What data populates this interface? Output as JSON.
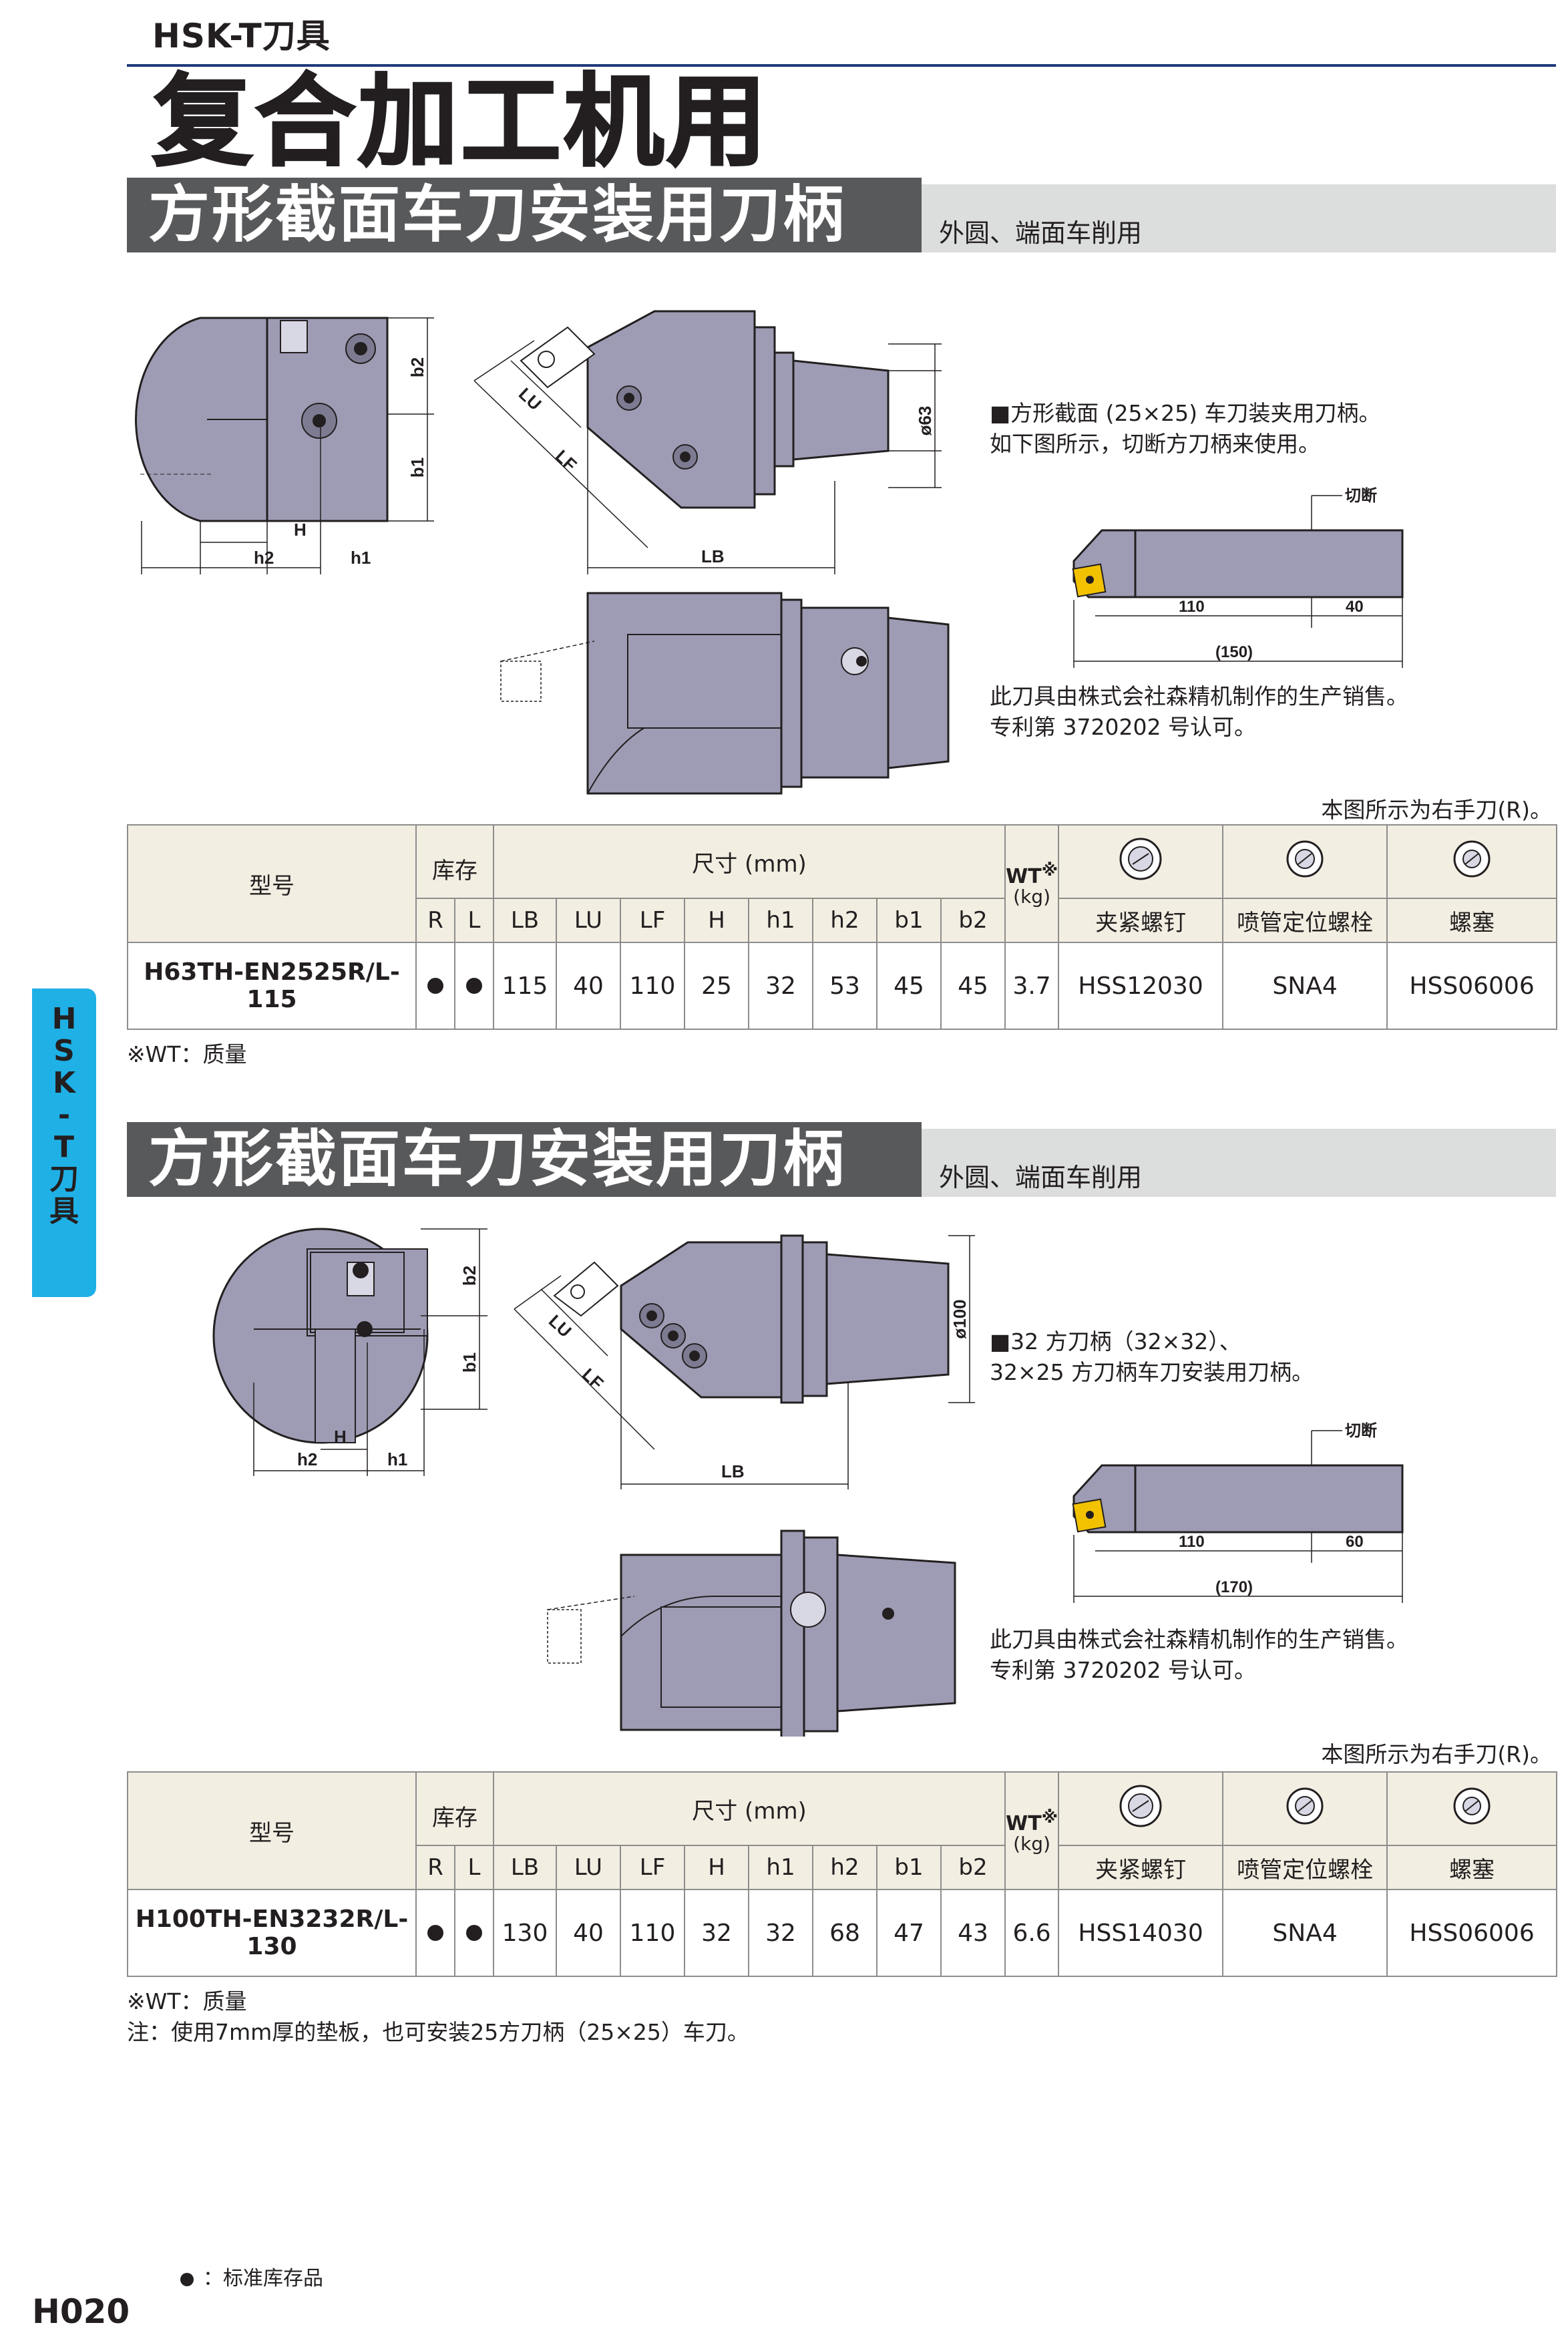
{
  "header": {
    "series": "HSK-T刀具",
    "title": "复合加工机用"
  },
  "side_tab": {
    "label": [
      "H",
      "S",
      "K",
      "-",
      "T",
      "刀",
      "具"
    ]
  },
  "sections": [
    {
      "title": "方形截面车刀安装用刀柄",
      "subtitle": "外圆、端面车削用",
      "labels": {
        "lu": "LU",
        "lf": "LF",
        "lb": "LB",
        "h": "H",
        "h2": "h2",
        "h1": "h1",
        "b2": "b2",
        "b1": "b1",
        "dia": "ø63",
        "cut": "切断",
        "d1": "110",
        "d2": "40",
        "total": "(150)"
      },
      "note_lines": [
        "■方形截面 (25×25) 车刀装夹用刀柄。",
        "  如下图所示，切断方刀柄来使用。"
      ],
      "maker_lines": [
        "此刀具由株式会社森精机制作的生产销售。",
        "专利第 3720202 号认可。"
      ],
      "right_hand": "本图所示为右手刀(R)。",
      "table": {
        "h_model": "型号",
        "h_stock": "库存",
        "h_dims": "尺寸 (mm)",
        "h_wt": "WT",
        "h_wt_mark": "※",
        "h_wt_unit": "(kg)",
        "h_screw1": "夹紧螺钉",
        "h_screw2": "喷管定位螺栓",
        "h_screw3": "螺塞",
        "cols": [
          "R",
          "L",
          "LB",
          "LU",
          "LF",
          "H",
          "h1",
          "h2",
          "b1",
          "b2"
        ],
        "row": {
          "model": "H63TH-EN2525R/L-115",
          "LB": "115",
          "LU": "40",
          "LF": "110",
          "H": "25",
          "h1": "32",
          "h2": "53",
          "b1": "45",
          "b2": "45",
          "wt": "3.7",
          "s1": "HSS12030",
          "s2": "SNA4",
          "s3": "HSS06006"
        }
      },
      "footnotes": [
        "※WT：质量"
      ]
    },
    {
      "title": "方形截面车刀安装用刀柄",
      "subtitle": "外圆、端面车削用",
      "labels": {
        "lu": "LU",
        "lf": "LF",
        "lb": "LB",
        "h": "H",
        "h2": "h2",
        "h1": "h1",
        "b2": "b2",
        "b1": "b1",
        "dia": "ø100",
        "cut": "切断",
        "d1": "110",
        "d2": "60",
        "total": "(170)"
      },
      "note_lines": [
        "■32 方刀柄（32×32）、",
        "  32×25 方刀柄车刀安装用刀柄。"
      ],
      "maker_lines": [
        "此刀具由株式会社森精机制作的生产销售。",
        "专利第 3720202 号认可。"
      ],
      "right_hand": "本图所示为右手刀(R)。",
      "table": {
        "h_model": "型号",
        "h_stock": "库存",
        "h_dims": "尺寸 (mm)",
        "h_wt": "WT",
        "h_wt_mark": "※",
        "h_wt_unit": "(kg)",
        "h_screw1": "夹紧螺钉",
        "h_screw2": "喷管定位螺栓",
        "h_screw3": "螺塞",
        "cols": [
          "R",
          "L",
          "LB",
          "LU",
          "LF",
          "H",
          "h1",
          "h2",
          "b1",
          "b2"
        ],
        "row": {
          "model": "H100TH-EN3232R/L-130",
          "LB": "130",
          "LU": "40",
          "LF": "110",
          "H": "32",
          "h1": "32",
          "h2": "68",
          "b1": "47",
          "b2": "43",
          "wt": "6.6",
          "s1": "HSS14030",
          "s2": "SNA4",
          "s3": "HSS06006"
        }
      },
      "footnotes": [
        "※WT：质量",
        "注：使用7mm厚的垫板，也可安装25方刀柄（25×25）车刀。"
      ]
    }
  ],
  "legend": "：标准库存品",
  "page_code": "H020",
  "colors": {
    "body": "#9e9cb4",
    "edge": "#231f20",
    "insert": "#f2c200",
    "bar": "#58595b",
    "subbar": "#dcdddd",
    "table_header": "#f3eee2",
    "tab": "#1fb0e6"
  }
}
